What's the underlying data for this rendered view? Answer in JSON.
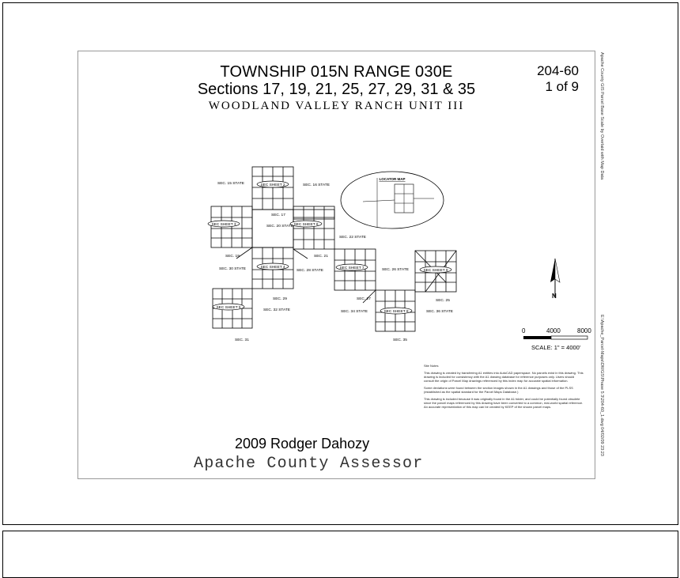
{
  "header": {
    "title_line1": "TOWNSHIP 015N   RANGE 030E",
    "title_line2": "Sections 17, 19, 21, 25, 27, 29, 31 & 35",
    "subdivision": "WOODLAND VALLEY RANCH UNIT III",
    "sheet_code": "204-60",
    "sheet_page": "1 of 9"
  },
  "footer": {
    "author": "2009  Rodger Dahozy",
    "office": "Apache County Assessor"
  },
  "side_text": {
    "top": "Apache County GIS Parcel Base Scale by Overlaid with Map Data",
    "bottom": "E:\\Apache_Parcel-Maps\\DWGS\\Phase 5 3\\204-60_1.dwg 04/02/09 23:23"
  },
  "legend": {
    "scale_ticks": [
      "0",
      "4000",
      "8000"
    ],
    "scale_text": "SCALE: 1\" = 4000'",
    "north": "N"
  },
  "notes": {
    "heading": "Site Notes",
    "para1": "This drawing is created by transferring A1 entities into AutoCAD paperspace. No parcels exist in this drawing. This drawing is included for consistency with the A1 drawing database for reference purposes only. Users should consult the origin of Parcel Map drawings referenced by this index map for accurate spatial information.",
    "para2": "Some deviations were found between the section images shown in the A1 drawings and those of the PLSS (established as the spatial standard for the Parcel Maps Database.)",
    "para3": "This drawing is included because it was originally found in the A1 folder, and could be potentially found obsolete since the parcel maps referenced by this drawing have been converted to a common, real-world spatial reference. An accurate representation of this map can be created by KEEP of the shown parcel maps."
  },
  "locator": {
    "title": "LOCATOR MAP"
  },
  "map_labels": {
    "sec15": "SEC. 15 STATE",
    "sec16": "SEC. 16 STATE",
    "sec17": "SEC. 17",
    "sec19": "SEC. 19",
    "sec20": "SEC. 20 STATE",
    "sec21": "SEC. 21",
    "sec22": "SEC. 22 STATE",
    "sec26": "SEC. 26 STATE",
    "sec27": "SEC. 27",
    "sec28": "SEC. 28 STATE",
    "sec29": "SEC. 29",
    "sec25": "SEC. 25",
    "sec30": "SEC. 30 STATE",
    "sec31": "SEC. 31",
    "sec31b": "SEC. 31",
    "sec32": "SEC. 32 STATE",
    "sec34": "SEC. 34 STATE",
    "sec35": "SEC. 35",
    "sec36": "SEC. 36 STATE",
    "sh2": "SEC SHEET 2",
    "sh3": "SEC SHEET 3",
    "sh4": "SEC SHEET 4",
    "sh5": "SEC SHEET 5",
    "sh6": "SEC SHEET 6",
    "sh7": "SEC SHEET 7",
    "sh8": "SEC SHEET 8",
    "sh9": "SEC SHEET 9"
  }
}
